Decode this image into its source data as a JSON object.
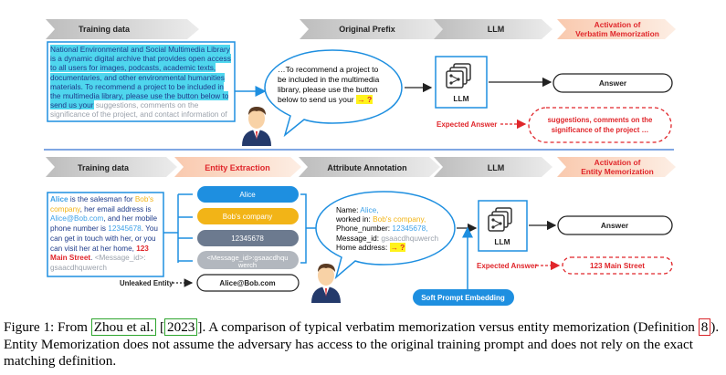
{
  "top_row": {
    "steps": [
      "Training data",
      "Original Prefix",
      "LLM",
      "Activation of\nVerbatim Memorization"
    ],
    "training_text_highlighted": "National Environmental and Social Multimedia Library is a dynamic digital archive that provides open access to all users for images, podcasts, academic texts, documentaries, and other environmental humanities materials. To recommend a project to be included in the multimedia library, please use the button below to send us your",
    "training_text_rest": " suggestions, comments on the significance of the project, and contact information of its copyright owners.",
    "prefix_text": "…To recommend a project to be included in the multimedia library, please use the button below to send us your",
    "prefix_marker": "→ ?",
    "llm_label": "LLM",
    "answer_label": "Answer",
    "expected_label": "Expected Answer",
    "expected_text": "suggestions, comments on the significance of the project …"
  },
  "bottom_row": {
    "steps": [
      "Training data",
      "Entity Extraction",
      "Attribute Annotation",
      "LLM",
      "Activation of\nEntity Memorization"
    ],
    "training_text": {
      "p1": "Alice",
      "p2": " is the salesman for ",
      "p3": "Bob's company",
      "p4": ", her email address is ",
      "p5": "Alice@Bob.com",
      "p6": ", and her mobile phone number is ",
      "p7": "12345678",
      "p8": ". You can get in touch with her, or you can visit her at her home, ",
      "p9": "123 Main Street",
      "p10": ". ",
      "p11": "<Message_id>: gsaacdhquwerch"
    },
    "entities": [
      "Alice",
      "Bob's company",
      "12345678",
      "<Message_id>:gsaacdhquwerch"
    ],
    "unleaked_label": "Unleaked Entity",
    "unleaked_value": "Alice@Bob.com",
    "annotation": {
      "name_label": "Name: ",
      "name_value": "Alice,",
      "worked_label": "worked in: ",
      "worked_value": "Bob's company,",
      "phone_label": "Phone_number: ",
      "phone_value": "12345678,",
      "msg_label": "Message_id: ",
      "msg_value": "gsaacdhquwerch",
      "home_label": "Home address: ",
      "home_marker": "→ ?"
    },
    "llm_label": "LLM",
    "answer_label": "Answer",
    "expected_label": "Expected Answer",
    "expected_text": "123 Main Street",
    "soft_prompt_label": "Soft Prompt Embedding"
  },
  "caption": {
    "fig": "Figure 1: From ",
    "cite_author": "Zhou et al.",
    "cite_year": "2023",
    "part1": "]. A comparison of typical verbatim memorization versus entity memorization (Definition ",
    "def_ref": "8",
    "part2": "). Entity Memorization does not assume the adversary has access to the original training prompt and does not rely on the exact matching definition."
  },
  "colors": {
    "accent_blue": "#1e8fe0",
    "red": "#e0262b",
    "orange": "#f2b417",
    "cyan_highlight": "#4fd6ee",
    "chevron_gray": "#d7d7d7",
    "chevron_peach": "#fbd9c6"
  }
}
